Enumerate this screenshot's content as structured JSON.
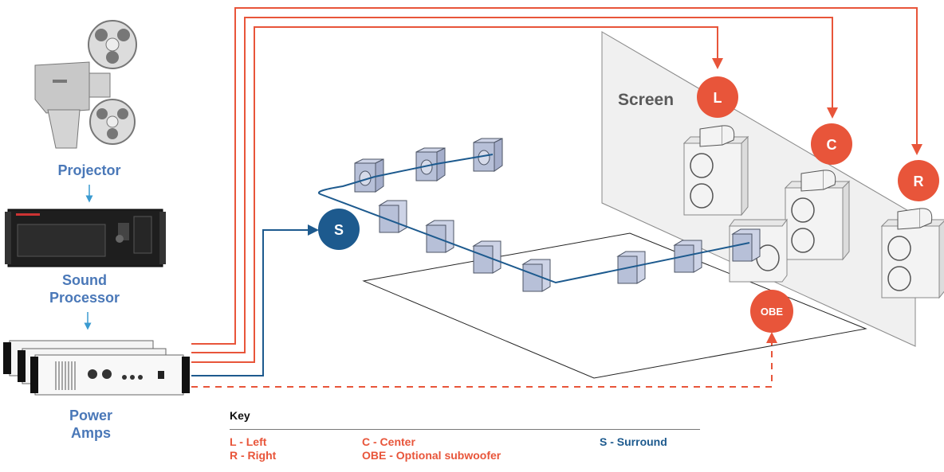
{
  "labels": {
    "projector": "Projector",
    "sound_processor_line1": "Sound",
    "sound_processor_line2": "Processor",
    "power_amps_line1": "Power",
    "power_amps_line2": "Amps",
    "screen": "Screen"
  },
  "channels": {
    "left": "L",
    "center": "C",
    "right": "R",
    "surround": "S",
    "subwoofer": "OBE"
  },
  "key": {
    "title": "Key",
    "left": "L - Left",
    "right": "R - Right",
    "center": "C - Center",
    "subwoofer": "OBE - Optional subwoofer",
    "surround": "S - Surround"
  },
  "colors": {
    "front_channel": "#e8553a",
    "surround_channel": "#1d5a8e",
    "label_text": "#4a78b8",
    "speaker_box": "#b7c0d8"
  },
  "icons": {
    "projector": "film-projector-icon",
    "processor": "rack-processor-icon",
    "amps": "power-amplifier-icon",
    "speaker": "speaker-cabinet-icon"
  }
}
